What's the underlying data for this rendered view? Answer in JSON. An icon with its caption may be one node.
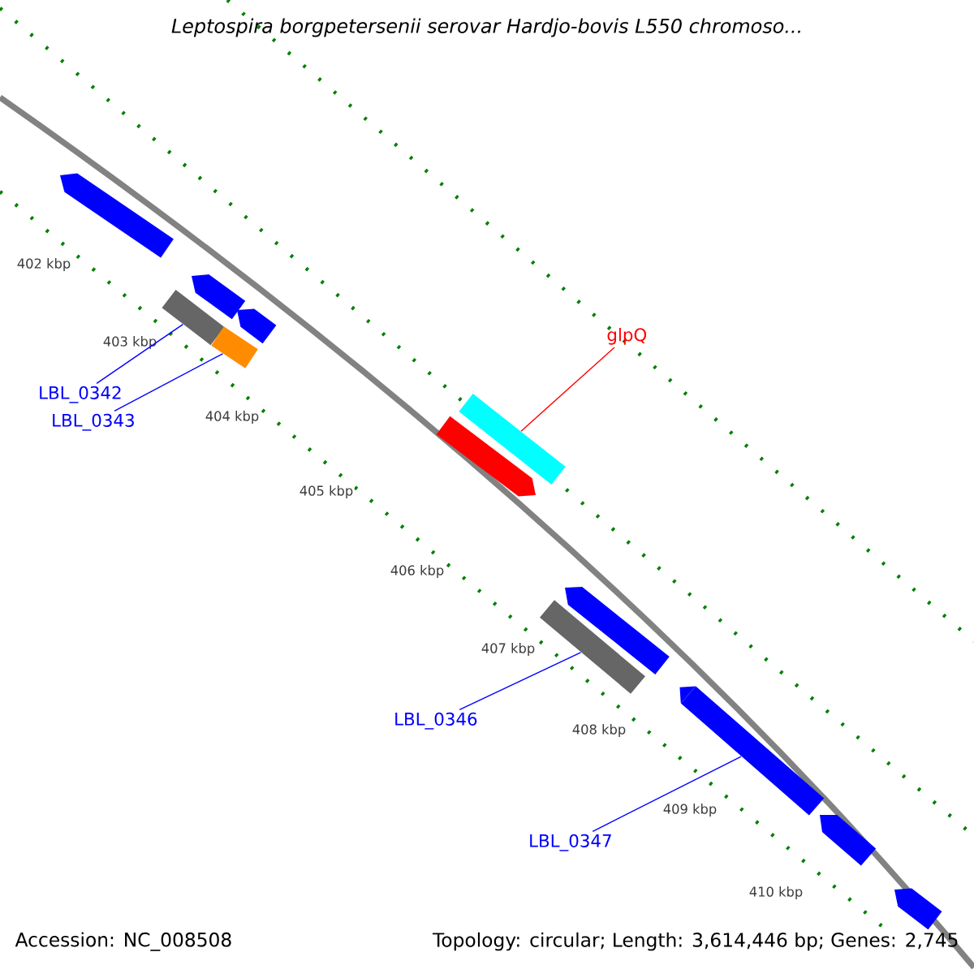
{
  "diagram": {
    "title": "Leptospira borgpetersenii serovar Hardjo-bovis L550 chromoso...",
    "nodes": [
      {
        "text": [
          "LBL_0342"
        ]
      },
      {
        "text": [],
        "shape": "bar"
      },
      {
        "text": [
          "LBL_0343"
        ]
      },
      {
        "text": [],
        "shape": "bar"
      },
      {
        "text": [
          "glpQ"
        ]
      },
      {
        "text": [],
        "shape": "bar"
      },
      {
        "text": [
          "LBL_0346"
        ]
      },
      {
        "text": [],
        "shape": "bar"
      },
      {
        "text": [
          "LBL_0347"
        ]
      },
      {
        "text": [],
        "shape": "bar"
      }
    ],
    "edges": [
      {
        "from": 0,
        "to": 1,
        "arrow": "none"
      },
      {
        "from": 2,
        "to": 3,
        "arrow": "none"
      },
      {
        "from": 4,
        "to": 5,
        "arrow": "none",
        "color": "#ff0000"
      },
      {
        "from": 6,
        "to": 7,
        "arrow": "none"
      },
      {
        "from": 8,
        "to": 9,
        "arrow": "none"
      }
    ],
    "labels": [
      "402 kbp",
      "403 kbp",
      "404 kbp",
      "405 kbp",
      "406 kbp",
      "407 kbp",
      "408 kbp",
      "409 kbp",
      "410 kbp",
      "Accession: NC_008508",
      "Topology: circular; Length: 3,614,446 bp; Genes: 2,745"
    ]
  }
}
